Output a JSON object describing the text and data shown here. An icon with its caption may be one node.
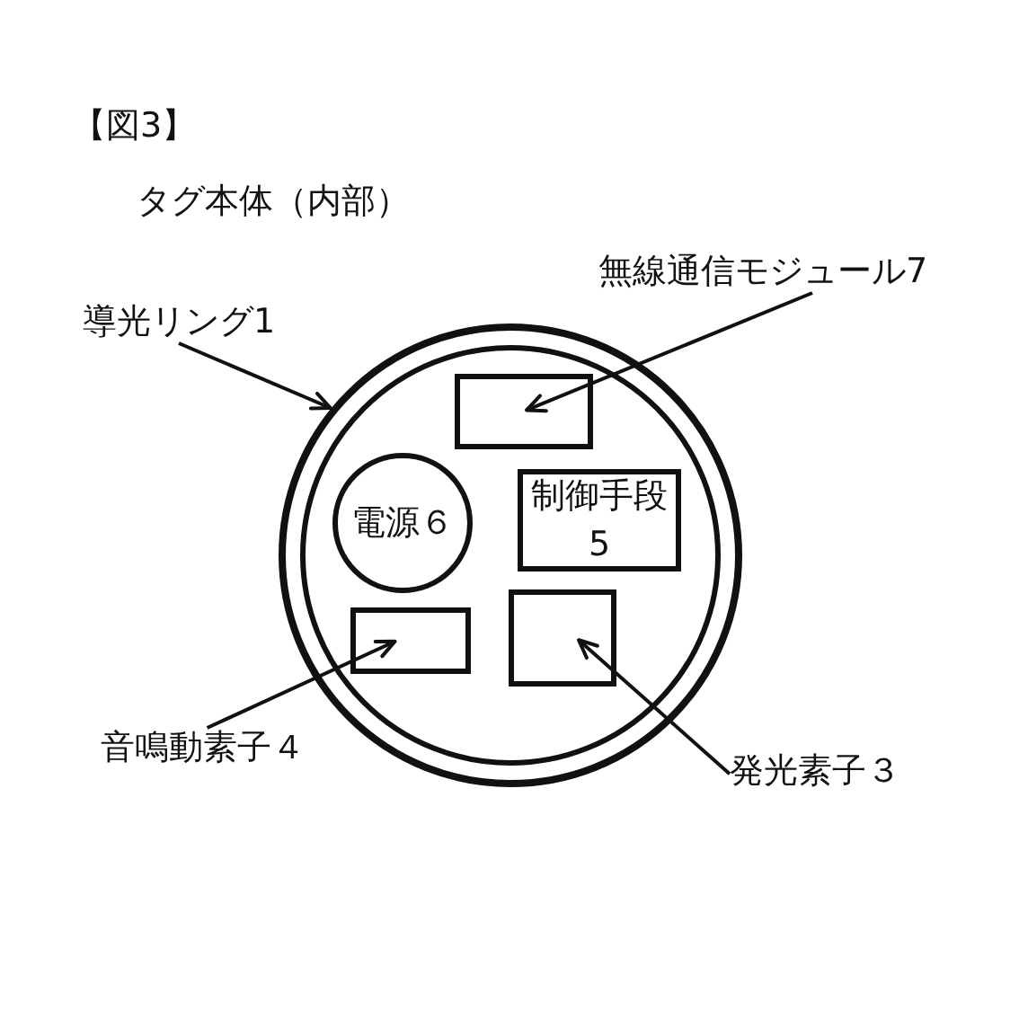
{
  "diagram": {
    "title": "タグ本体（内部）",
    "nodes": [
      {
        "text": [
          "導光リング1"
        ]
      },
      {
        "text": [
          "無線通信モジュール7"
        ]
      },
      {
        "text": [],
        "shape": "circle"
      },
      {
        "text": [],
        "shape": "circle",
        "in": 2
      },
      {
        "text": [],
        "shape": "box",
        "in": 3
      },
      {
        "text": [
          "電源６"
        ],
        "in": 3
      },
      {
        "text": [
          "制御手段5"
        ],
        "in": 3
      },
      {
        "text": [],
        "shape": "box",
        "in": 3
      },
      {
        "text": [],
        "shape": "box",
        "in": 3
      },
      {
        "text": [
          "音鳴動素子４"
        ]
      },
      {
        "text": [
          "発光素子３"
        ]
      }
    ],
    "edges": [
      {
        "from": 0,
        "to": 2,
        "arrow": "to"
      },
      {
        "from": 1,
        "to": 4,
        "arrow": "to"
      },
      {
        "from": 9,
        "to": 7,
        "arrow": "to"
      },
      {
        "from": 10,
        "to": 8,
        "arrow": "to"
      }
    ],
    "labels": [
      "【図3】"
    ]
  }
}
